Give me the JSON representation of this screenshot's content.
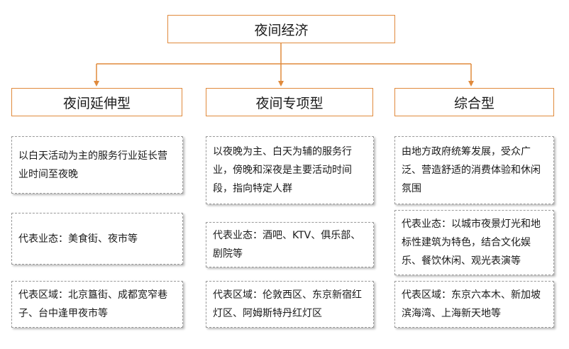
{
  "root": {
    "label": "夜间经济"
  },
  "colors": {
    "accent": "#e08a3c",
    "card_border": "#9a9a9a"
  },
  "categories": [
    {
      "title": "夜间延伸型",
      "definition": "以白天活动为主的服务行业延长营业时间至夜晚",
      "formats": "代表业态：美食街、夜市等",
      "regions": "代表区域：北京簋街、成都宽窄巷子、台中逢甲夜市等"
    },
    {
      "title": "夜间专项型",
      "definition": "以夜晚为主、白天为辅的服务行业，傍晚和深夜是主要活动时间段，指向特定人群",
      "formats": "代表业态：酒吧、KTV、俱乐部、剧院等",
      "regions": "代表区域：伦敦西区、东京新宿红灯区、阿姆斯特丹红灯区"
    },
    {
      "title": "综合型",
      "definition": "由地方政府统筹发展，受众广泛、营造舒适的消费体验和休闲氛围",
      "formats": "代表业态：以城市夜景灯光和地标性建筑为特色，结合文化娱乐、餐饮休闲、观光表演等",
      "regions": "代表区域：东京六本木、新加坡滨海湾、上海新天地等"
    }
  ]
}
